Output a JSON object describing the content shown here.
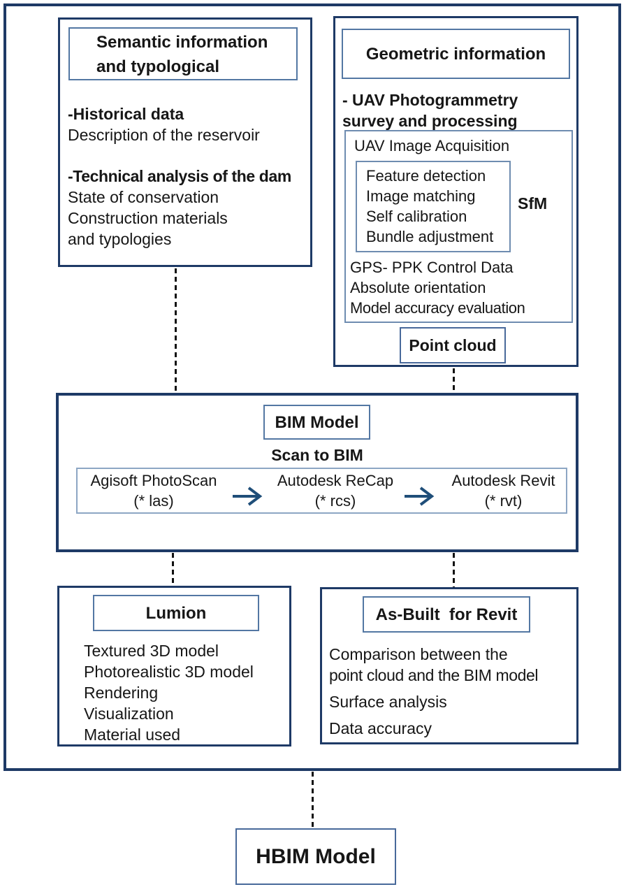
{
  "figure": {
    "semantic": {
      "header_line1": "Semantic information",
      "header_line2": "and typological",
      "historical_heading": "-Historical data",
      "historical_line": "Description of the reservoir",
      "technical_heading": "-Technical analysis of the dam",
      "technical_lines": [
        "State of conservation",
        "Construction materials",
        "and typologies"
      ]
    },
    "geometric": {
      "header": "Geometric information",
      "uav_heading_line1": "- UAV Photogrammetry",
      "uav_heading_line2": "survey and processing",
      "acquisition_label": "UAV Image Acquisition",
      "sfm_steps": [
        "Feature detection",
        "Image matching",
        "Self calibration",
        "Bundle adjustment"
      ],
      "sfm_label": "SfM",
      "post_lines": [
        "GPS- PPK Control Data",
        "Absolute orientation",
        "Model accuracy evaluation"
      ],
      "point_cloud_label": "Point cloud"
    },
    "bim": {
      "header": "BIM Model",
      "subtitle": "Scan to BIM",
      "tools": [
        {
          "name": "Agisoft PhotoScan",
          "format": "(* las)"
        },
        {
          "name": "Autodesk ReCap",
          "format": "(* rcs)"
        },
        {
          "name": "Autodesk Revit",
          "format": "(* rvt)"
        }
      ]
    },
    "lumion": {
      "header": "Lumion",
      "lines": [
        "Textured 3D model",
        "Photorealistic 3D model",
        "Rendering",
        "Visualization",
        "Material used"
      ]
    },
    "as_built": {
      "header": "As-Built  for Revit",
      "comparison_line1": "Comparison between the",
      "comparison_line2": "point cloud and the BIM model",
      "lines": [
        "Surface analysis",
        "Data accuracy"
      ]
    },
    "hbim": {
      "label": "HBIM Model"
    }
  },
  "colors": {
    "frame_navy": "#1e3a66",
    "header_border_blue": "#5377a3",
    "inner_border_blue": "#6e8cb0",
    "tools_border_blue": "#8da6c4",
    "point_cloud_border_blue": "#48699a",
    "arrow_blue": "#1f4e79",
    "connector_black": "#111111",
    "text_black": "#161616",
    "background": "#ffffff"
  }
}
